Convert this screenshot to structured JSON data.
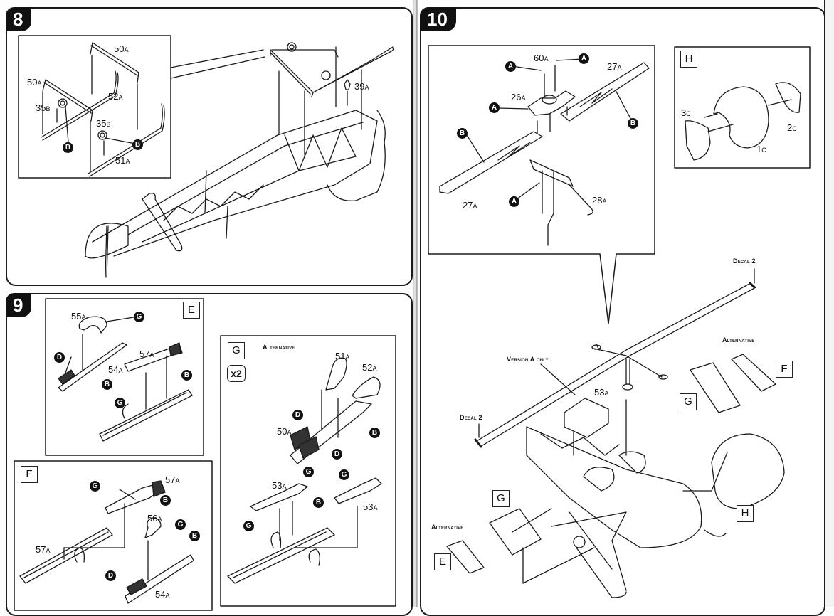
{
  "document": "Helicopter model kit assembly instructions",
  "steps": {
    "step8": {
      "number": "8",
      "inset_labels": {
        "part_50a_top": "50A",
        "part_50a_left": "50A",
        "part_52a": "52A",
        "part_35b_left": "35B",
        "part_35b_right": "35B",
        "part_51a": "51A"
      },
      "main_labels": {
        "part_39a": "39A"
      },
      "color_callouts": [
        "B",
        "B"
      ]
    },
    "step9": {
      "number": "9",
      "inset_e": {
        "variant": "E",
        "labels": {
          "part_55a": "55A",
          "part_57a": "57A",
          "part_54a": "54A"
        },
        "color_callouts": [
          "G",
          "D",
          "B",
          "B",
          "G"
        ]
      },
      "inset_f": {
        "variant": "F",
        "labels": {
          "part_57a_top": "57A",
          "part_56a": "56A",
          "part_57a_left": "57A",
          "part_54a": "54A"
        },
        "color_callouts": [
          "G",
          "B",
          "G",
          "B",
          "D"
        ]
      },
      "inset_g": {
        "variant": "G",
        "multiplier": "x2",
        "note": "Alternative",
        "labels": {
          "part_51a": "51A",
          "part_52a": "52A",
          "part_50a": "50A",
          "part_53a_left": "53A",
          "part_53a_right": "53A"
        },
        "color_callouts": [
          "D",
          "B",
          "D",
          "G",
          "G",
          "B",
          "G"
        ]
      }
    },
    "step10": {
      "number": "10",
      "rotor_inset": {
        "labels": {
          "part_60a": "60A",
          "part_27a_right": "27A",
          "part_26a": "26A",
          "part_27a_left": "27A",
          "part_28a": "28A"
        },
        "color_callouts": [
          "A",
          "A",
          "A",
          "B",
          "B",
          "A"
        ]
      },
      "canopy_inset": {
        "variant": "H",
        "labels": {
          "part_3c": "3C",
          "part_2c": "2C",
          "part_1c": "1C"
        }
      },
      "main": {
        "decal_right": "Decal 2",
        "decal_left": "Decal 2",
        "version_note": "Version A only",
        "part_53a": "53A",
        "alternative_top": "Alternative",
        "alternative_bottom": "Alternative",
        "variant_boxes": [
          "F",
          "G",
          "G",
          "E",
          "H"
        ]
      }
    }
  }
}
